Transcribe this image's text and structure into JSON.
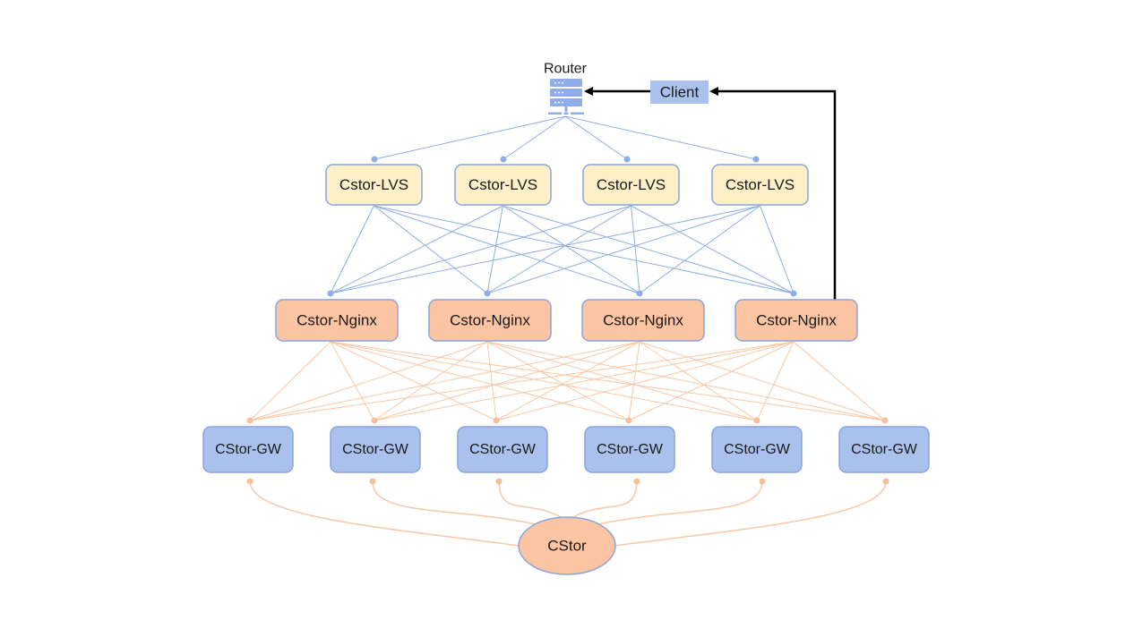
{
  "diagram": {
    "router": {
      "label": "Router",
      "icon": "server-rack-icon"
    },
    "client": {
      "label": "Client"
    },
    "lvs": [
      {
        "label": "Cstor-LVS"
      },
      {
        "label": "Cstor-LVS"
      },
      {
        "label": "Cstor-LVS"
      },
      {
        "label": "Cstor-LVS"
      }
    ],
    "nginx": [
      {
        "label": "Cstor-Nginx"
      },
      {
        "label": "Cstor-Nginx"
      },
      {
        "label": "Cstor-Nginx"
      },
      {
        "label": "Cstor-Nginx"
      }
    ],
    "gateways": [
      {
        "label": "CStor-GW"
      },
      {
        "label": "CStor-GW"
      },
      {
        "label": "CStor-GW"
      },
      {
        "label": "CStor-GW"
      },
      {
        "label": "CStor-GW"
      },
      {
        "label": "CStor-GW"
      }
    ],
    "storage": {
      "label": "CStor"
    },
    "edges": {
      "router_to_lvs": "all",
      "lvs_to_nginx": "all",
      "nginx_to_gateways": "all",
      "gateways_to_storage": "all",
      "client_to_router": true,
      "nginx4_to_client": true
    },
    "colors": {
      "lvs_fill": "#fdefc8",
      "nginx_fill": "#fbc4a2",
      "gw_fill": "#a9c1ec",
      "client_fill": "#a9c1ec",
      "storage_fill": "#fbc4a2",
      "border": "#8aa4dc",
      "blue_line": "#8fade6",
      "orange_line": "#f8c8a6",
      "arrow": "#000000"
    }
  }
}
